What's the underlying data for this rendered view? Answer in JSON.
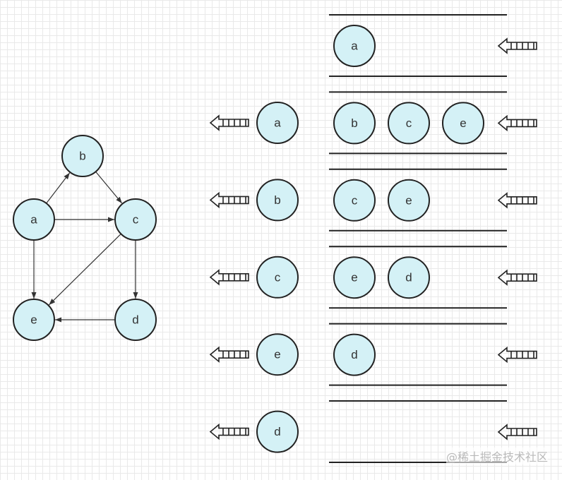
{
  "graph": {
    "nodes": [
      "a",
      "b",
      "c",
      "d",
      "e"
    ],
    "edges": [
      [
        "a",
        "b"
      ],
      [
        "a",
        "c"
      ],
      [
        "a",
        "e"
      ],
      [
        "b",
        "c"
      ],
      [
        "c",
        "e"
      ],
      [
        "c",
        "d"
      ],
      [
        "d",
        "e"
      ]
    ]
  },
  "visit_order": [
    "a",
    "b",
    "c",
    "e",
    "d"
  ],
  "queue_states": [
    [
      "a"
    ],
    [
      "b",
      "c",
      "e"
    ],
    [
      "c",
      "e"
    ],
    [
      "e",
      "d"
    ],
    [
      "d"
    ],
    []
  ],
  "watermark": "@稀土掘金技术社区",
  "colors": {
    "node_fill": "#d4f1f6",
    "node_stroke": "#222222",
    "arrow_stroke": "#222222",
    "edge": "#333333"
  },
  "icons": {
    "queue_arrow": "hollow-left-arrow-icon"
  }
}
